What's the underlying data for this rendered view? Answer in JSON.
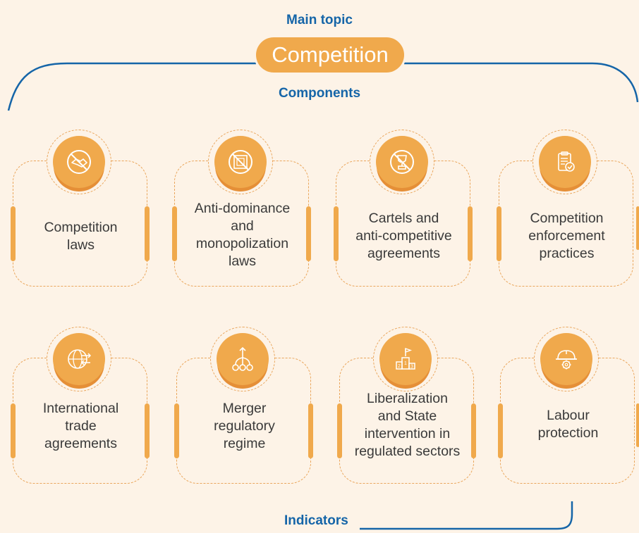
{
  "main_topic_label": "Main topic",
  "topic": "Competition",
  "components_label": "Components",
  "indicators_label": "Indicators",
  "colors": {
    "background": "#fdf3e7",
    "accent_orange": "#f0a94c",
    "heading_blue": "#1565a8",
    "text_gray": "#3a3a3a"
  },
  "components": [
    {
      "icon": "handshake-prohibited-icon",
      "line1": "Competition",
      "line2": "laws",
      "line3": "",
      "line4": ""
    },
    {
      "icon": "monopoly-board-prohibited-icon",
      "line1": "Anti-dominance",
      "line2": "and",
      "line3": "monopolization",
      "line4": "laws"
    },
    {
      "icon": "trophy-prohibited-icon",
      "line1": "Cartels and",
      "line2": "anti-competitive",
      "line3": "agreements",
      "line4": ""
    },
    {
      "icon": "clipboard-check-icon",
      "line1": "Competition",
      "line2": "enforcement",
      "line3": "practices",
      "line4": ""
    },
    {
      "icon": "globe-arrows-icon",
      "line1": "International",
      "line2": "trade",
      "line3": "agreements",
      "line4": ""
    },
    {
      "icon": "merge-arrows-icon",
      "line1": "Merger",
      "line2": "regulatory",
      "line3": "regime",
      "line4": ""
    },
    {
      "icon": "podium-flag-icon",
      "line1": "Liberalization",
      "line2": "and State",
      "line3": "intervention in",
      "line4": "regulated sectors"
    },
    {
      "icon": "hardhat-gear-icon",
      "line1": "Labour",
      "line2": "protection",
      "line3": "",
      "line4": ""
    }
  ]
}
